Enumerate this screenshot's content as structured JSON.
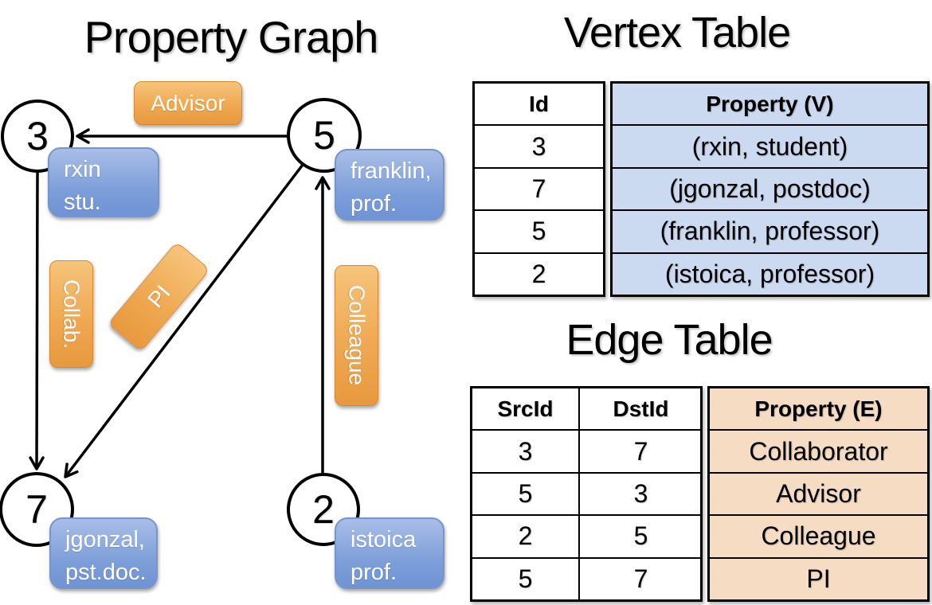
{
  "graph": {
    "title": "Property Graph",
    "vertices": [
      {
        "id": "3"
      },
      {
        "id": "5"
      },
      {
        "id": "7"
      },
      {
        "id": "2"
      }
    ],
    "vertex_properties": [
      {
        "text": "rxin\nstu."
      },
      {
        "text": "franklin,\nprof."
      },
      {
        "text": "jgonzal,\npst.doc."
      },
      {
        "text": "istoica\nprof."
      }
    ],
    "edge_labels": {
      "advisor": "Advisor",
      "collab": "Collab.",
      "pi": "PI",
      "colleague": "Colleague"
    }
  },
  "vertex_table": {
    "title": "Vertex Table",
    "headers": {
      "id": "Id",
      "property": "Property (V)"
    },
    "rows": [
      {
        "id": "3",
        "property": "(rxin, student)"
      },
      {
        "id": "7",
        "property": "(jgonzal, postdoc)"
      },
      {
        "id": "5",
        "property": "(franklin, professor)"
      },
      {
        "id": "2",
        "property": "(istoica, professor)"
      }
    ]
  },
  "edge_table": {
    "title": "Edge Table",
    "headers": {
      "src": "SrcId",
      "dst": "DstId",
      "property": "Property (E)"
    },
    "rows": [
      {
        "src": "3",
        "dst": "7",
        "property": "Collaborator"
      },
      {
        "src": "5",
        "dst": "3",
        "property": "Advisor"
      },
      {
        "src": "2",
        "dst": "5",
        "property": "Colleague"
      },
      {
        "src": "5",
        "dst": "7",
        "property": "PI"
      }
    ]
  },
  "colors": {
    "edge_label_fill": "#EFA952",
    "vertex_prop_fill": "#7B9DD9",
    "vertex_table_fill": "#CBD9F1",
    "edge_table_fill": "#F6DCC3",
    "stroke": "#000000"
  }
}
